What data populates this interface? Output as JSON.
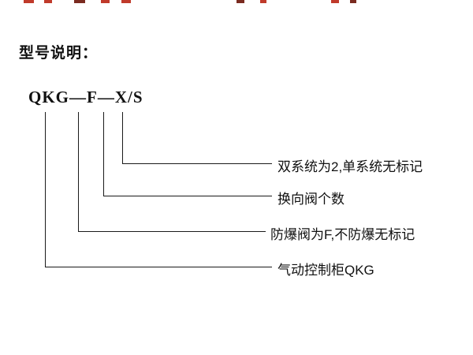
{
  "title": "型号说明：",
  "model_code": "QKG—F—X/S",
  "labels": [
    {
      "text": "双系统为2,单系统无标记"
    },
    {
      "text": "换向阀个数"
    },
    {
      "text": "防爆阀为F,不防爆无标记"
    },
    {
      "text": "气动控制柜QKG"
    }
  ],
  "colors": {
    "line": "#1a1a1a",
    "text": "#111111",
    "background": "#ffffff",
    "top_edge_artifact": "#c03a2b"
  }
}
